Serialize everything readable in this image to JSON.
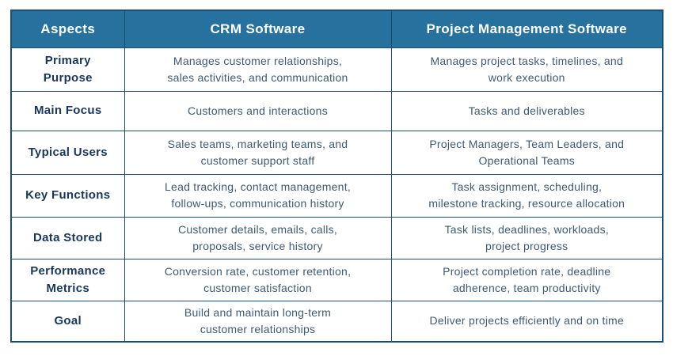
{
  "colors": {
    "header_bg": "#27719E",
    "border": "#1B4F72",
    "header_text": "#FFFFFF",
    "aspect_label_text": "#17375D",
    "body_text": "#3E5A75"
  },
  "table": {
    "headers": [
      "Aspects",
      "CRM Software",
      "Project Management Software"
    ],
    "rows": [
      {
        "aspect": "Primary\nPurpose",
        "crm": "Manages customer relationships,\nsales activities, and communication",
        "pm": "Manages project tasks, timelines, and\nwork execution"
      },
      {
        "aspect": "Main Focus",
        "crm": "Customers and interactions",
        "pm": "Tasks and deliverables"
      },
      {
        "aspect": "Typical Users",
        "crm": "Sales teams, marketing teams, and\ncustomer support staff",
        "pm": "Project Managers, Team Leaders, and\nOperational Teams"
      },
      {
        "aspect": "Key Functions",
        "crm": "Lead tracking, contact management,\nfollow-ups, communication history",
        "pm": "Task assignment, scheduling,\nmilestone tracking, resource allocation"
      },
      {
        "aspect": "Data Stored",
        "crm": "Customer details, emails, calls,\nproposals, service history",
        "pm": "Task lists, deadlines, workloads,\nproject progress"
      },
      {
        "aspect": "Performance\nMetrics",
        "crm": "Conversion rate, customer retention,\ncustomer satisfaction",
        "pm": "Project completion rate, deadline\nadherence, team productivity"
      },
      {
        "aspect": "Goal",
        "crm": "Build and maintain long-term\ncustomer relationships",
        "pm": "Deliver projects efficiently and on time"
      }
    ]
  }
}
